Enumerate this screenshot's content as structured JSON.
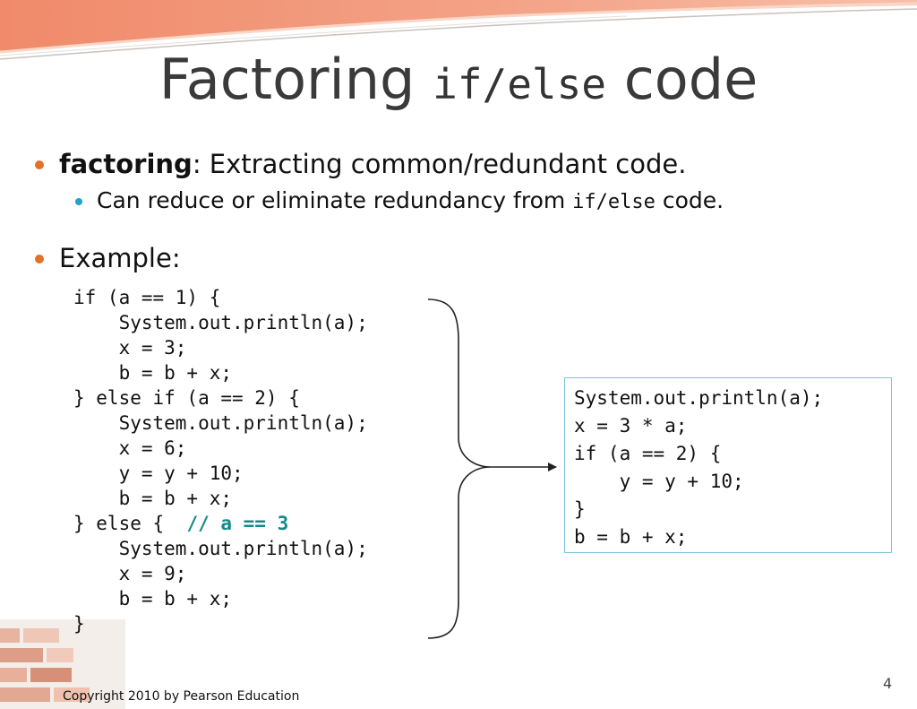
{
  "title": {
    "main": "Factoring",
    "code": "if/else",
    "tail": "code"
  },
  "bullets": {
    "b1_term": "factoring",
    "b1_rest": ": Extracting common/redundant code.",
    "b1_sub_text": "Can reduce or eliminate redundancy from",
    "b1_sub_code": "if/else",
    "b1_sub_tail": "code.",
    "b2_text": "Example:"
  },
  "code_left": [
    "if (a == 1) {",
    "    System.out.println(a);",
    "    x = 3;",
    "    b = b + x;",
    "} else if (a == 2) {",
    "    System.out.println(a);",
    "    x = 6;",
    "    y = y + 10;",
    "    b = b + x;",
    "} else {  ",
    "    System.out.println(a);",
    "    x = 9;",
    "    b = b + x;",
    "}"
  ],
  "code_left_comment": "// a == 3",
  "code_right": [
    "System.out.println(a);",
    "x = 3 * a;",
    "if (a == 2) {",
    "    y = y + 10;",
    "}",
    "b = b + x;"
  ],
  "footer": {
    "copyright": "Copyright 2010 by Pearson Education",
    "page": "4"
  },
  "colors": {
    "bullet_orange": "#e2722a",
    "bullet_blue": "#1fa3c8",
    "comment_teal": "#138a8a",
    "box_border": "#7cc6de",
    "title_gray": "#3a3a3a"
  }
}
